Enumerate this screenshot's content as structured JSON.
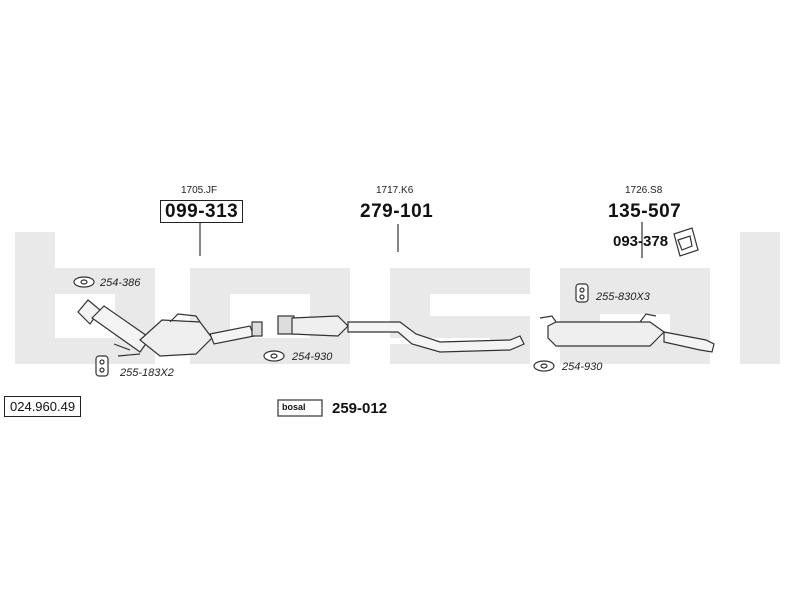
{
  "diagram": {
    "reference_number": "024.960.49",
    "watermark_text": "bosal",
    "parts": [
      {
        "name": "catalytic-converter",
        "code": "1705.JF",
        "part_number": "099-313"
      },
      {
        "name": "front-silencer",
        "code": "1717.K6",
        "part_number": "279-101"
      },
      {
        "name": "rear-silencer",
        "code": "1726.S8",
        "part_number": "135-507"
      }
    ],
    "small_parts": {
      "gasket_top": "254-386",
      "hanger_left": "255-183X2",
      "gasket_middle": "254-930",
      "hanger_right": "255-830X3",
      "gasket_right": "254-930",
      "bracket": "093-378"
    },
    "kit": {
      "logo_text": "bosal",
      "part_number": "259-012"
    },
    "colors": {
      "watermark": "#e9e9e9",
      "line": "#333333"
    }
  }
}
